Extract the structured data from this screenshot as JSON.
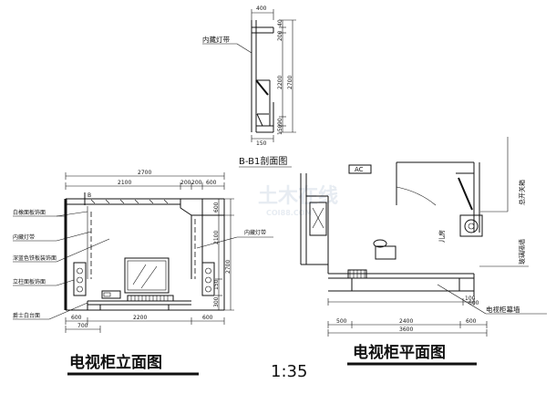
{
  "watermark": {
    "brand": "土木在线",
    "domain": "COI88.COM"
  },
  "section": {
    "title": "B-B1剖面图",
    "label_light_strip": "内藏灯带",
    "dims_top": [
      "400"
    ],
    "dims_right": [
      "40",
      "200",
      "2200",
      "2700",
      "90",
      "150"
    ],
    "dims_bottom": [
      "150"
    ]
  },
  "elevation": {
    "title": "电视柜立面图",
    "marker": "B",
    "labels_left": [
      "白橡面板饰面",
      "内藏灯带",
      "深蓝色铁板装饰面",
      "立柱面板饰面",
      "爵士白台面"
    ],
    "label_right": "内藏灯带",
    "dims_top_total": "2700",
    "dims_top_parts": [
      "2100",
      "200",
      "200",
      "600"
    ],
    "dims_right": [
      "2100",
      "150",
      "300",
      "600",
      "2700"
    ],
    "dims_bottom": [
      "600",
      "2200",
      "600"
    ],
    "dim_bottom_small": "700"
  },
  "plan": {
    "title": "电视柜平面图",
    "room_label": "儿房",
    "ac_label": "AC",
    "label_switch": "总开关箱",
    "label_glass_wall": "玻璃隔墙",
    "label_tv_wall": "电视柜幕墙",
    "dims_bottom": [
      "500",
      "2400",
      "600"
    ],
    "dims_bottom_total": "3600",
    "dims_bottom_small": [
      "100",
      "600"
    ]
  },
  "scale": "1:35"
}
